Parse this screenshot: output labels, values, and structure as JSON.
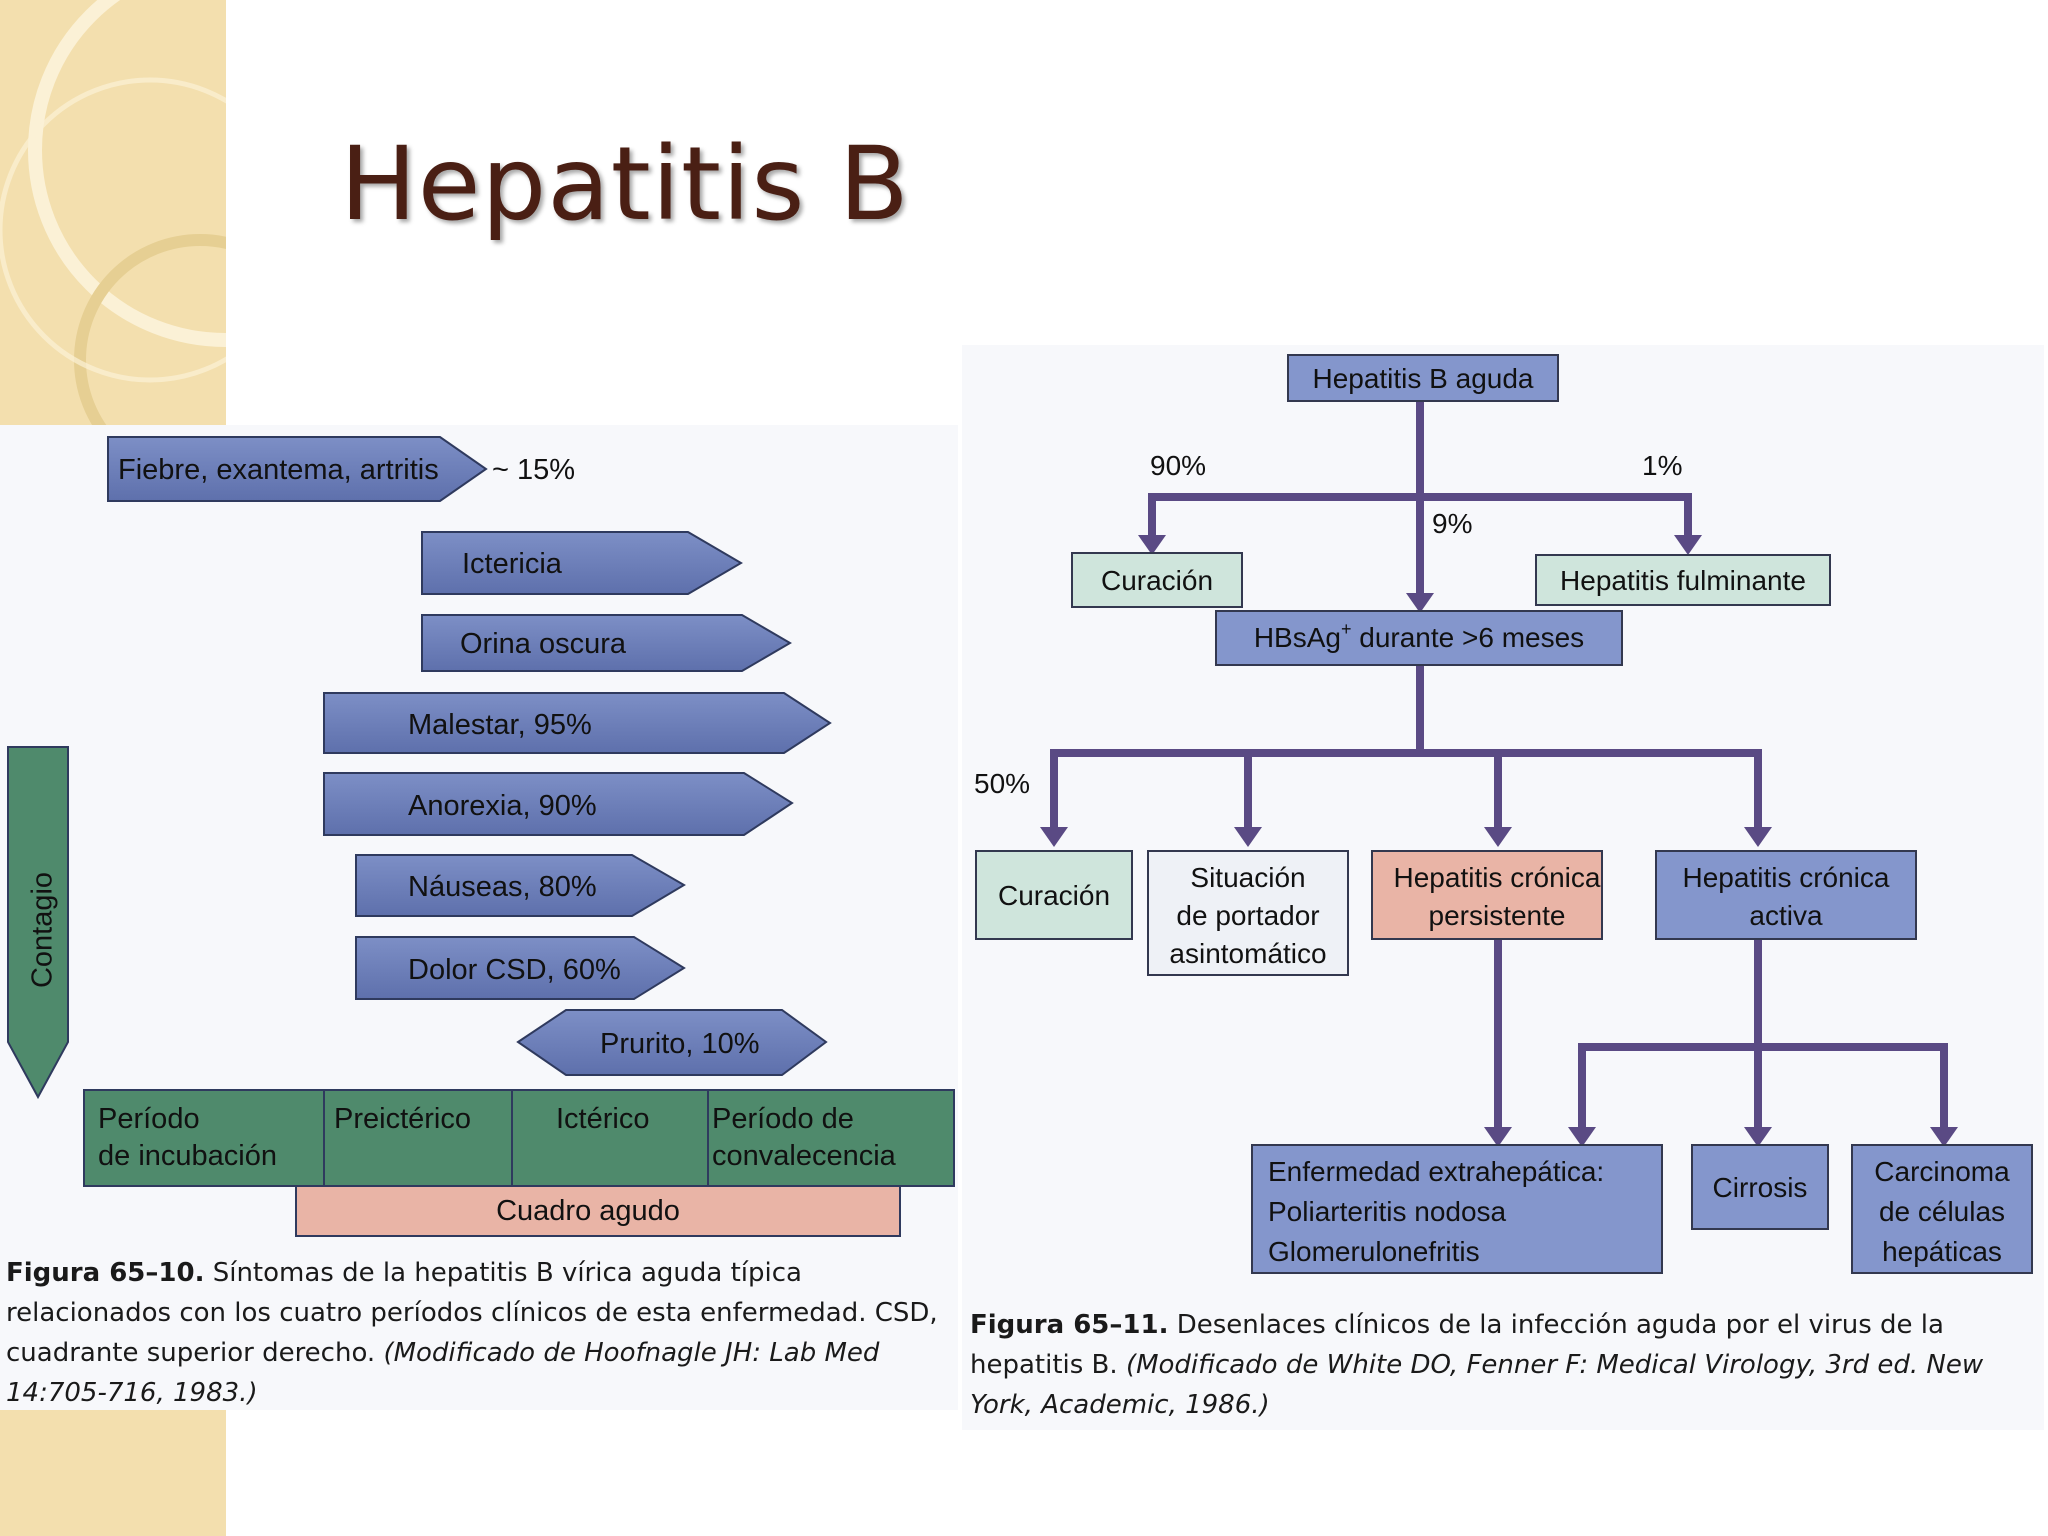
{
  "title": "Hepatitis B",
  "fig10": {
    "contagio": "Contagio",
    "arrows": {
      "fiebre": "Fiebre, exantema, artritis",
      "fiebre_pct": "~ 15%",
      "icter": "Ictericia",
      "orina": "Orina oscura",
      "malestar": "Malestar, 95%",
      "anorexia": "Anorexia, 90%",
      "nauseas": "Náuseas, 80%",
      "dolor": "Dolor CSD, 60%",
      "prurito": "Prurito, 10%"
    },
    "periods": {
      "p1a": "Período",
      "p1b": "de incubación",
      "p2": "Preictérico",
      "p3": "Ictérico",
      "p4a": "Período de",
      "p4b": "convalecencia"
    },
    "cuadro": "Cuadro agudo",
    "caption": {
      "label": "Figura 65–10.",
      "text": "Síntomas de la hepatitis B vírica aguda típica relacionados con los cuatro períodos clínicos de esta enfermedad. CSD, cuadrante superior derecho.",
      "ref": "(Modificado de Hoofnagle JH: Lab Med 14:705-716, 1983.)"
    }
  },
  "fig11": {
    "aguda": "Hepatitis B aguda",
    "p90": "90%",
    "p1": "1%",
    "p9": "9%",
    "curacion1": "Curación",
    "fulminante": "Hepatitis fulminante",
    "hbsag_a": "HBsAg",
    "hbsag_sup": "+",
    "hbsag_b": " durante >6 meses",
    "p50": "50%",
    "curacion2": "Curación",
    "portador1": "Situación",
    "portador2": "de portador",
    "portador3": "asintomático",
    "cpersist1": "Hepatitis crónica",
    "cpersist2": "persistente",
    "cactiva1": "Hepatitis crónica",
    "cactiva2": "activa",
    "extra1": "Enfermedad extrahepática:",
    "extra2": "Poliarteritis nodosa",
    "extra3": "Glomerulonefritis",
    "cirrosis": "Cirrosis",
    "carc1": "Carcinoma",
    "carc2": "de células",
    "carc3": "hepáticas",
    "caption": {
      "label": "Figura 65–11.",
      "text": "Desenlaces clínicos de la infección aguda por el virus de la hepatitis B.",
      "ref": "(Modificado de White DO, Fenner F: Medical Virology, 3rd ed. New York, Academic, 1986.)"
    }
  },
  "colors": {
    "arrow_blue": "#6a7db8",
    "green": "#4f8a6c",
    "salmon": "#e9b4a6",
    "light_green": "#cfe5dc",
    "flow_line": "#5a4a84",
    "title": "#4a1f14",
    "strip": "#f3dfae"
  }
}
